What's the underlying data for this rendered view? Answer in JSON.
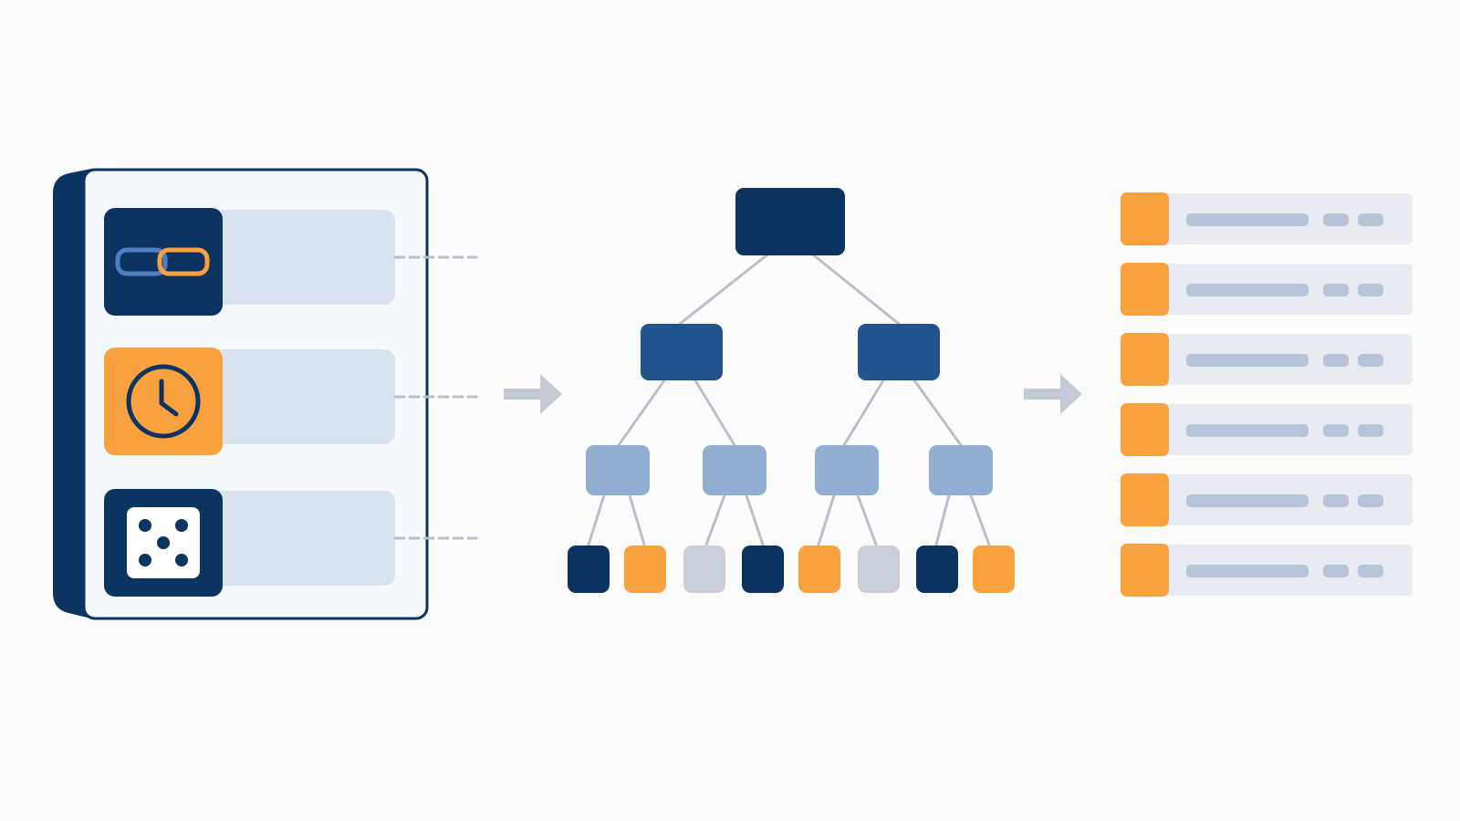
{
  "colors": {
    "background": "#fcfcfd",
    "navy": "#0b3461",
    "mid_blue": "#23538f",
    "light_blue": "#91aed3",
    "orange": "#f9a03f",
    "gray_node": "#c8cfda",
    "panel_bg": "#f5f8fc",
    "row_bg": "#d9e3ef",
    "list_row_bg": "#e8ecf2",
    "bar": "#b7c3d6",
    "connector": "#b9c0cc",
    "arrow": "#c3cad6"
  },
  "source_panel": {
    "items": [
      {
        "icon": "link-icon",
        "tile_color": "navy"
      },
      {
        "icon": "clock-icon",
        "tile_color": "orange"
      },
      {
        "icon": "dice-icon",
        "tile_color": "navy"
      }
    ]
  },
  "tree": {
    "root": {
      "color": "navy"
    },
    "level_1": [
      {
        "color": "mid_blue"
      },
      {
        "color": "mid_blue"
      }
    ],
    "level_2": [
      {
        "color": "light_blue"
      },
      {
        "color": "light_blue"
      },
      {
        "color": "light_blue"
      },
      {
        "color": "light_blue"
      }
    ],
    "leaves": [
      {
        "color": "navy"
      },
      {
        "color": "orange"
      },
      {
        "color": "gray_node"
      },
      {
        "color": "navy"
      },
      {
        "color": "orange"
      },
      {
        "color": "gray_node"
      },
      {
        "color": "navy"
      },
      {
        "color": "orange"
      }
    ]
  },
  "result_list": {
    "rows": [
      {
        "marker_color": "orange"
      },
      {
        "marker_color": "orange"
      },
      {
        "marker_color": "orange"
      },
      {
        "marker_color": "orange"
      },
      {
        "marker_color": "orange"
      },
      {
        "marker_color": "orange"
      }
    ]
  },
  "arrows": [
    {
      "icon": "right-arrow-icon"
    },
    {
      "icon": "right-arrow-icon"
    }
  ]
}
